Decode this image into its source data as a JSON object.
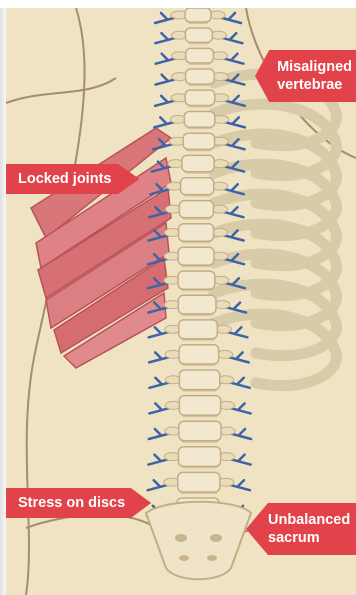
{
  "labels": {
    "misaligned_line1": "Misaligned",
    "misaligned_line2": "vertebrae",
    "locked": "Locked joints",
    "stress": "Stress on discs",
    "unbalanced_line1": "Unbalanced",
    "unbalanced_line2": "sacrum"
  },
  "colors": {
    "background": "#efe3c4",
    "label_fill": "#e2434a",
    "bone": "#f2e8cf",
    "nerve": "#3e63a6",
    "muscle": "#d9767a"
  }
}
